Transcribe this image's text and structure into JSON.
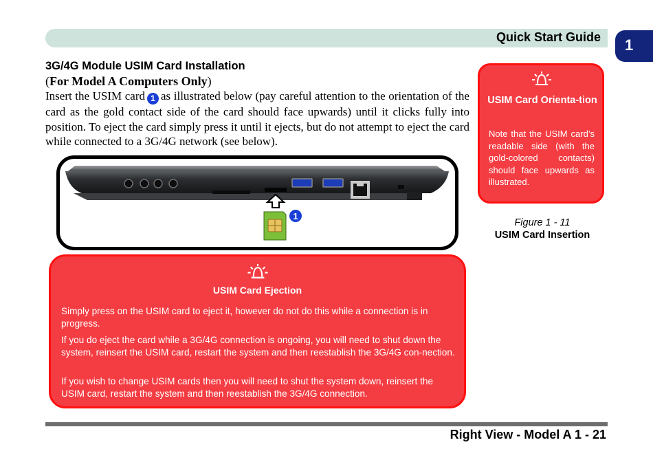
{
  "header": {
    "title": "Quick Start Guide",
    "chapter": "1"
  },
  "section": {
    "heading": "3G/4G Module USIM Card Installation",
    "model_note_open": "(",
    "model_note": "For Model A Computers Only",
    "model_note_close": ")",
    "para_before": "Insert the USIM card",
    "badge": "1",
    "para_after": "as illustrated below (pay careful attention to the orientation of the card as the gold contact side of the card should face upwards) until it clicks fully into position. To eject the card simply press it until it ejects, but do not attempt to eject the card while connected to a 3G/4G network (see below)."
  },
  "figure": {
    "callout": "1"
  },
  "side_note": {
    "title": "USIM Card Orienta-tion",
    "text": "Note that the USIM card’s readable side (with the gold-colored contacts) should face upwards as illustrated."
  },
  "caption": {
    "number": "Figure 1 - 11",
    "title": "USIM Card Insertion"
  },
  "eject_note": {
    "title": "USIM Card Ejection",
    "paragraphs": [
      "Simply press on the USIM card to eject it, however do not do this while a connection is in progress.",
      "If you do eject the card while a 3G/4G connection is ongoing, you will need to shut down the system, reinsert the USIM card, restart the system and then reestablish the 3G/4G con-nection.",
      "If you wish to change USIM cards then you will need to shut the system down, reinsert the USIM card, restart the system and then reestablish the 3G/4G connection."
    ]
  },
  "footer": {
    "text": "Right View - Model A 1 - 21"
  },
  "colors": {
    "header_bar": "#cde3dc",
    "chapter_tab": "#12257a",
    "note_red": "#f43d43",
    "badge_blue": "#1a3fd6"
  }
}
